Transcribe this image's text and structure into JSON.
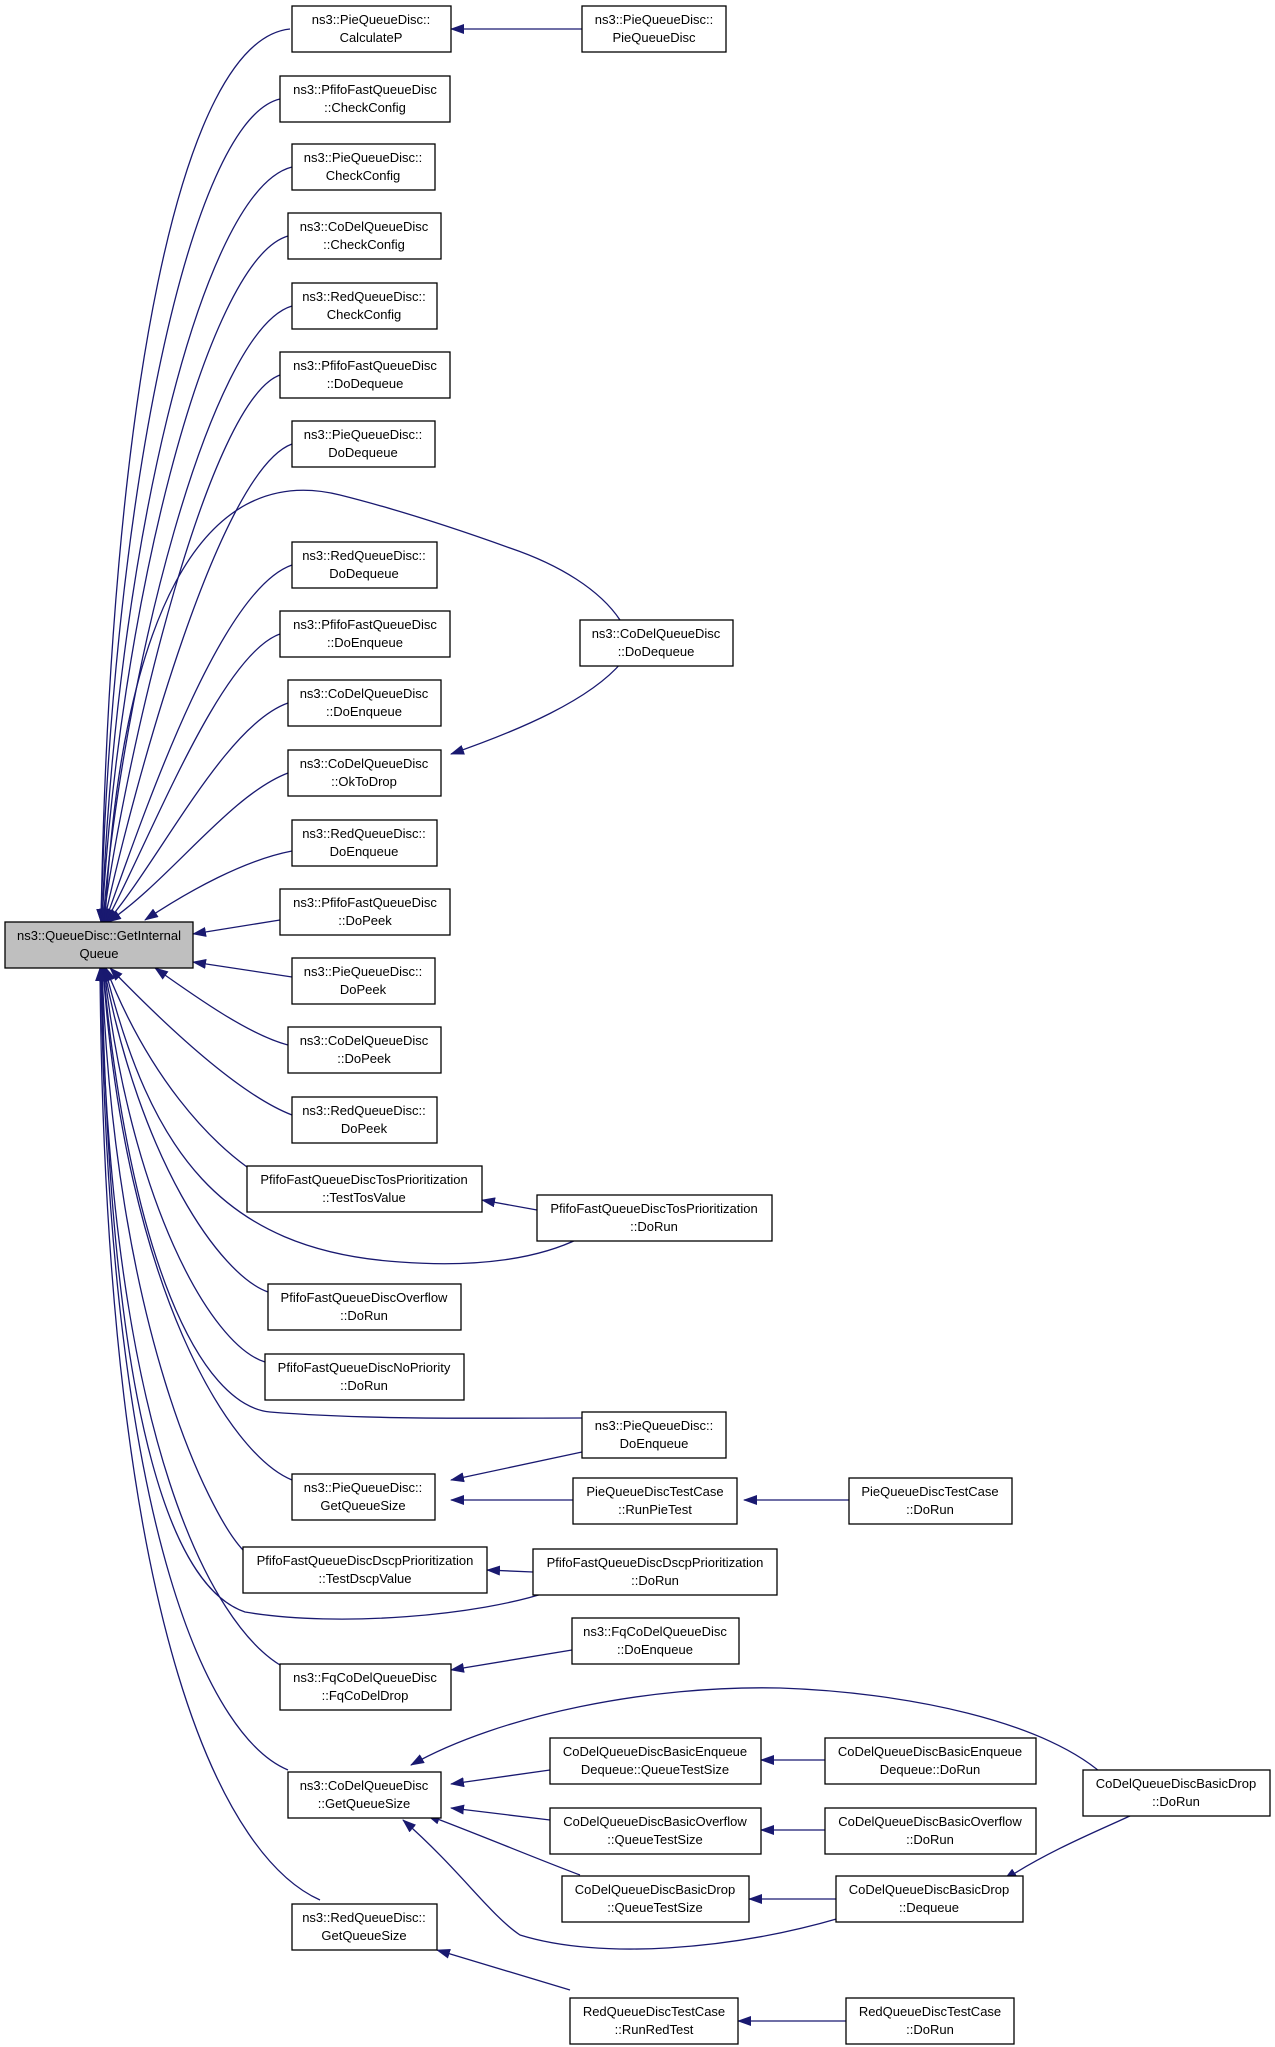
{
  "colors": {
    "edge": "#191970",
    "root_fill": "#bfbfbf",
    "node_fill": "#ffffff",
    "border": "#000000"
  },
  "nodes": {
    "root": [
      "ns3::QueueDisc::GetInternal",
      "Queue"
    ],
    "pie_calcp": [
      "ns3::PieQueueDisc::",
      "CalculateP"
    ],
    "pie_ctor": [
      "ns3::PieQueueDisc::",
      "PieQueueDisc"
    ],
    "pf_check": [
      "ns3::PfifoFastQueueDisc",
      "::CheckConfig"
    ],
    "pie_check": [
      "ns3::PieQueueDisc::",
      "CheckConfig"
    ],
    "cd_check": [
      "ns3::CoDelQueueDisc",
      "::CheckConfig"
    ],
    "red_check": [
      "ns3::RedQueueDisc::",
      "CheckConfig"
    ],
    "pf_deq": [
      "ns3::PfifoFastQueueDisc",
      "::DoDequeue"
    ],
    "pie_deq": [
      "ns3::PieQueueDisc::",
      "DoDequeue"
    ],
    "red_deq": [
      "ns3::RedQueueDisc::",
      "DoDequeue"
    ],
    "cd_deq": [
      "ns3::CoDelQueueDisc",
      "::DoDequeue"
    ],
    "pf_enq": [
      "ns3::PfifoFastQueueDisc",
      "::DoEnqueue"
    ],
    "cd_enq": [
      "ns3::CoDelQueueDisc",
      "::DoEnqueue"
    ],
    "cd_oktodrop": [
      "ns3::CoDelQueueDisc",
      "::OkToDrop"
    ],
    "red_enq": [
      "ns3::RedQueueDisc::",
      "DoEnqueue"
    ],
    "pf_peek": [
      "ns3::PfifoFastQueueDisc",
      "::DoPeek"
    ],
    "pie_peek": [
      "ns3::PieQueueDisc::",
      "DoPeek"
    ],
    "cd_peek": [
      "ns3::CoDelQueueDisc",
      "::DoPeek"
    ],
    "red_peek": [
      "ns3::RedQueueDisc::",
      "DoPeek"
    ],
    "pf_tos_test": [
      "PfifoFastQueueDiscTosPrioritization",
      "::TestTosValue"
    ],
    "pf_tos_run": [
      "PfifoFastQueueDiscTosPrioritization",
      "::DoRun"
    ],
    "pf_overflow": [
      "PfifoFastQueueDiscOverflow",
      "::DoRun"
    ],
    "pf_nopri": [
      "PfifoFastQueueDiscNoPriority",
      "::DoRun"
    ],
    "pie_enq": [
      "ns3::PieQueueDisc::",
      "DoEnqueue"
    ],
    "pie_getsize": [
      "ns3::PieQueueDisc::",
      "GetQueueSize"
    ],
    "pie_runtest": [
      "PieQueueDiscTestCase",
      "::RunPieTest"
    ],
    "pie_tc_run": [
      "PieQueueDiscTestCase",
      "::DoRun"
    ],
    "pf_dscp_test": [
      "PfifoFastQueueDiscDscpPrioritization",
      "::TestDscpValue"
    ],
    "pf_dscp_run": [
      "PfifoFastQueueDiscDscpPrioritization",
      "::DoRun"
    ],
    "fq_enq": [
      "ns3::FqCoDelQueueDisc",
      "::DoEnqueue"
    ],
    "fq_drop": [
      "ns3::FqCoDelQueueDisc",
      "::FqCoDelDrop"
    ],
    "cd_getsize": [
      "ns3::CoDelQueueDisc",
      "::GetQueueSize"
    ],
    "cd_be_qts": [
      "CoDelQueueDiscBasicEnqueue",
      "Dequeue::QueueTestSize"
    ],
    "cd_be_run": [
      "CoDelQueueDiscBasicEnqueue",
      "Dequeue::DoRun"
    ],
    "cd_bo_qts": [
      "CoDelQueueDiscBasicOverflow",
      "::QueueTestSize"
    ],
    "cd_bo_run": [
      "CoDelQueueDiscBasicOverflow",
      "::DoRun"
    ],
    "cd_bd_qts": [
      "CoDelQueueDiscBasicDrop",
      "::QueueTestSize"
    ],
    "cd_bd_deq": [
      "CoDelQueueDiscBasicDrop",
      "::Dequeue"
    ],
    "cd_bd_run": [
      "CoDelQueueDiscBasicDrop",
      "::DoRun"
    ],
    "red_getsize": [
      "ns3::RedQueueDisc::",
      "GetQueueSize"
    ],
    "red_runtest": [
      "RedQueueDiscTestCase",
      "::RunRedTest"
    ],
    "red_tc_run": [
      "RedQueueDiscTestCase",
      "::DoRun"
    ]
  }
}
